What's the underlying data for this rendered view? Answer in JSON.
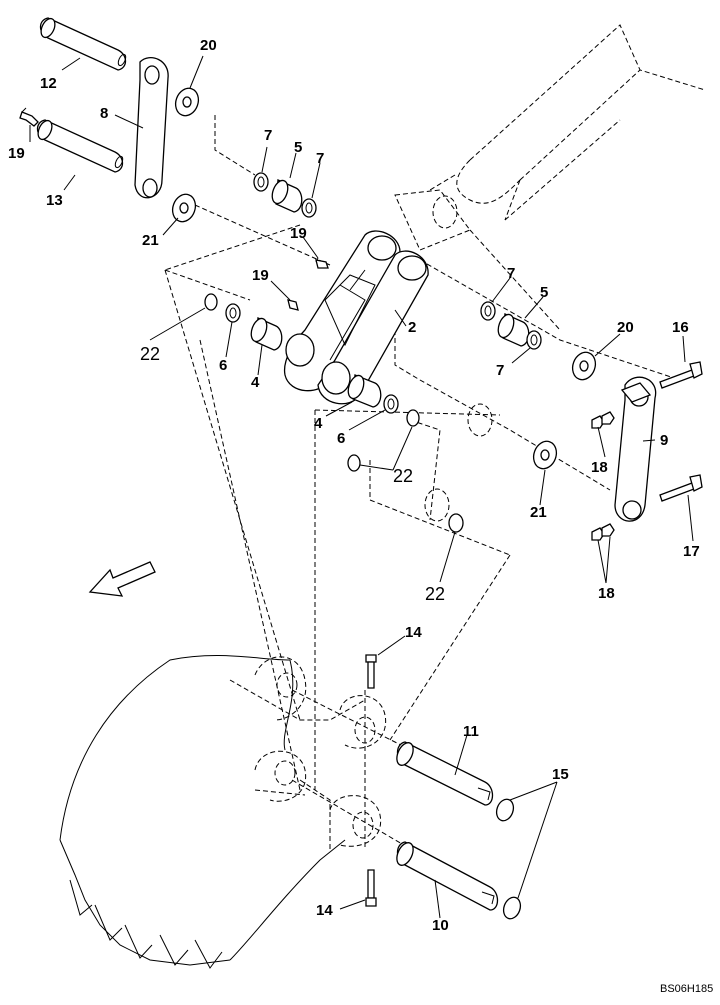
{
  "labels": {
    "l2": "2",
    "l4a": "4",
    "l4b": "4",
    "l5a": "5",
    "l5b": "5",
    "l6a": "6",
    "l6b": "6",
    "l7a": "7",
    "l7b": "7",
    "l7c": "7",
    "l7d": "7",
    "l8": "8",
    "l9": "9",
    "l10": "10",
    "l11": "11",
    "l12": "12",
    "l13": "13",
    "l14a": "14",
    "l14b": "14",
    "l15": "15",
    "l16": "16",
    "l17": "17",
    "l18a": "18",
    "l18b": "18",
    "l19a": "19",
    "l19b": "19",
    "l19c": "19",
    "l20a": "20",
    "l20b": "20",
    "l21a": "21",
    "l21b": "21",
    "l22a": "22",
    "l22b": "22",
    "l22c": "22"
  },
  "figure_code": "BS06H185"
}
